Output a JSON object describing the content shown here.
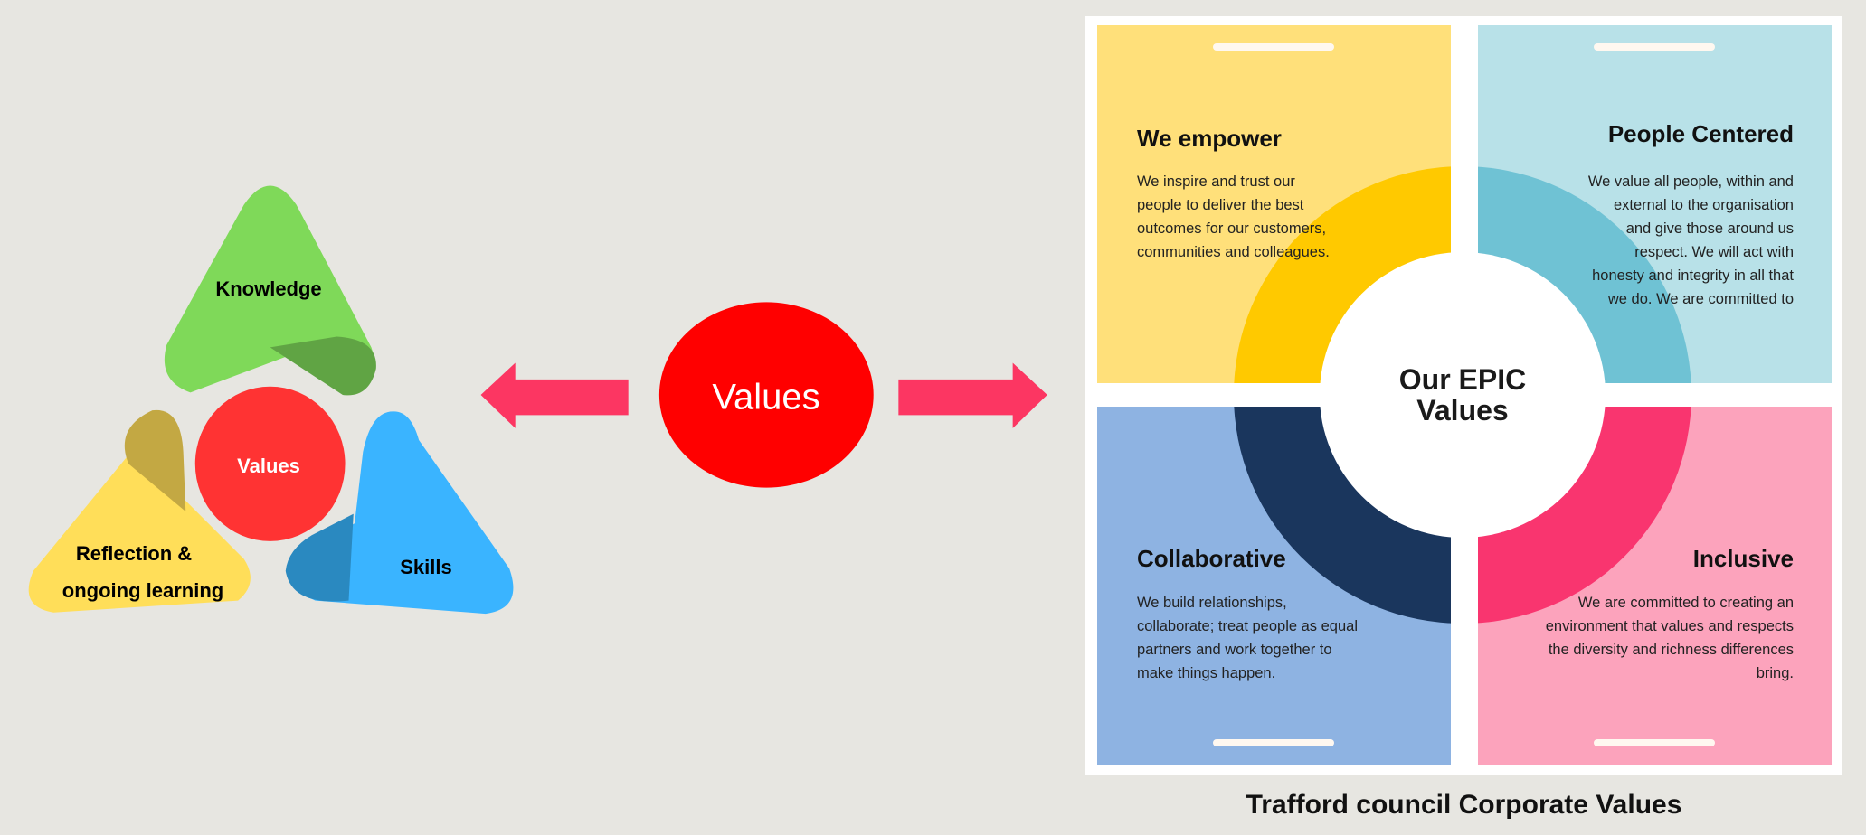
{
  "left_diagram": {
    "knowledge": "Knowledge",
    "center": "Values",
    "reflection_line1": "Reflection &",
    "reflection_line2": "ongoing learning",
    "skills": "Skills"
  },
  "middle": {
    "values_label": "Values",
    "arrow_color": "#FC3662",
    "circle_color": "#FF0000"
  },
  "epic": {
    "center_line1": "Our EPIC",
    "center_line2": "Values",
    "cards": [
      {
        "title": "We empower",
        "body": "We inspire and trust our people to deliver the best outcomes for our customers, communities and colleagues.",
        "bg": "#FFE07A",
        "ring": "#FFC900"
      },
      {
        "title": "People Centered",
        "body": "We value all people, within and external to the organisation and give those around us respect. We will act with honesty and integrity in all that we do. We are committed to",
        "bg": "#B8E1E8",
        "ring": "#6FC2D4"
      },
      {
        "title": "Collaborative",
        "body": "We build relationships, collaborate; treat people as equal partners and work together to make things happen.",
        "bg": "#8EB3E2",
        "ring": "#1A365D"
      },
      {
        "title": "Inclusive",
        "body": "We are committed to creating an environment that values and respects the diversity and richness differences bring.",
        "bg": "#FCA3BC",
        "ring": "#F9356F"
      }
    ],
    "caption": "Trafford council Corporate Values"
  }
}
